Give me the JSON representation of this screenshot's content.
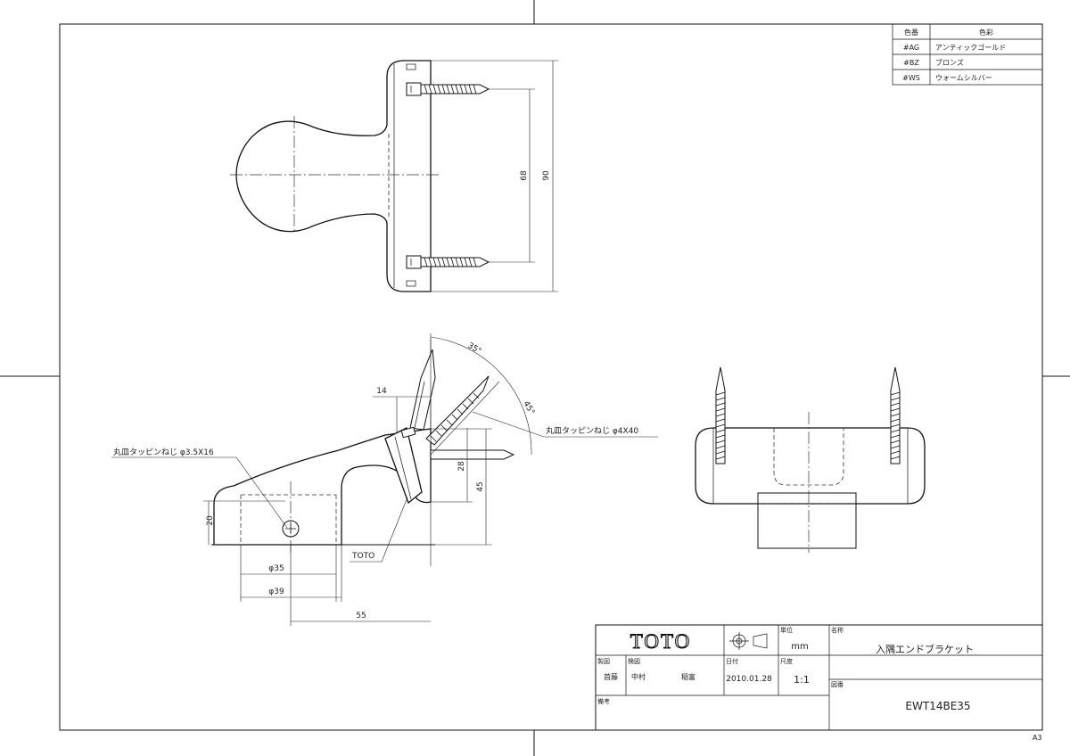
{
  "color_table": {
    "header_code": "色番",
    "header_name": "色彩",
    "rows": [
      {
        "code": "#AG",
        "name": "アンティックゴールド"
      },
      {
        "code": "#BZ",
        "name": "ブロンズ"
      },
      {
        "code": "#WS",
        "name": "ウォームシルバー"
      }
    ]
  },
  "dimensions": {
    "d68": "68",
    "d90": "90",
    "d14": "14",
    "d28": "28",
    "d45": "45",
    "d20": "20",
    "d35dia": "φ35",
    "d39dia": "φ39",
    "d55": "55",
    "angle35": "35°",
    "angle45": "45°"
  },
  "callouts": {
    "screw_large": "丸皿タッピンねじ φ4X40",
    "screw_small": "丸皿タッピンねじ φ3.5X16",
    "logo_mark": "TOTO"
  },
  "title_block": {
    "logo": "TOTO",
    "unit_label": "単位",
    "unit_value": "mm",
    "name_label": "名称",
    "name_value": "入隅エンドブラケット",
    "drawn_label": "製図",
    "checked_label": "検図",
    "date_label": "日付",
    "scale_label": "尺度",
    "drawn_value": "首藤",
    "checked_value": "中村",
    "approved_value": "稲富",
    "date_value": "2010.01.28",
    "scale_value": "1:1",
    "drawing_no_label": "図番",
    "drawing_no_value": "EWT14BE35",
    "remarks_label": "備考"
  },
  "sheet_size": "A3"
}
